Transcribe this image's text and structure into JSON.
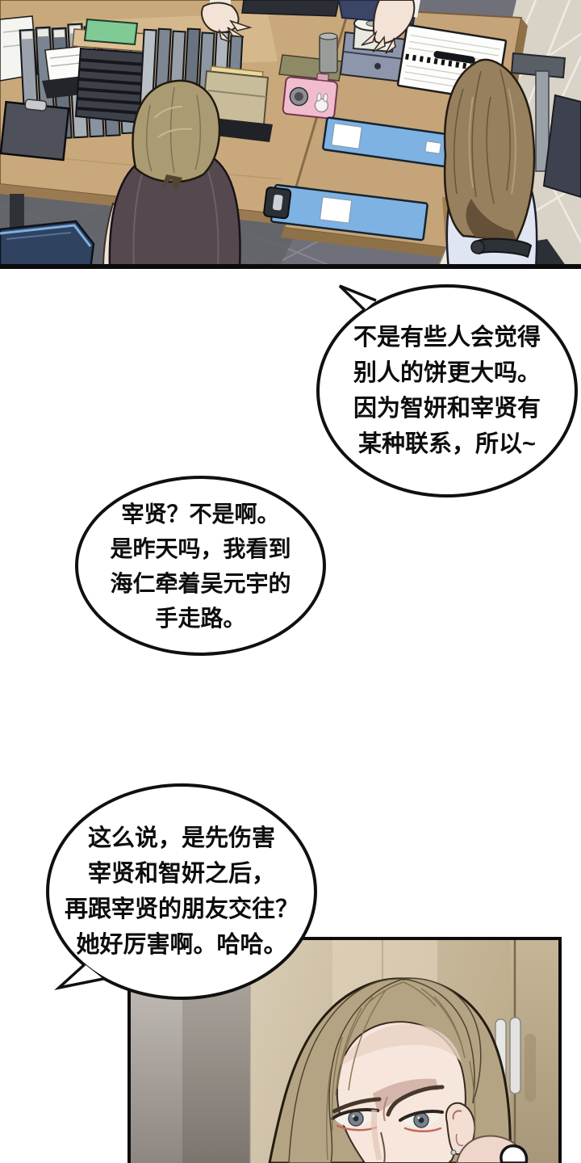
{
  "comic": {
    "bubbles": [
      {
        "lines": [
          "不是有些人会觉得",
          "别人的饼更大吗。",
          "因为智妍和宰贤有",
          "某种联系，所以~"
        ]
      },
      {
        "lines": [
          "宰贤？不是啊。",
          "是昨天吗，我看到",
          "海仁牵着吴元宇的",
          "手走路。"
        ]
      },
      {
        "lines": [
          "这么说，是先伤害",
          "宰贤和智妍之后，",
          "再跟宰贤的朋友交往？",
          "她好厉害啊。哈哈。"
        ]
      }
    ],
    "colors": {
      "ink": "#101010",
      "paper": "#ffffff",
      "desk_wood": "#c9a97c",
      "floor_gray": "#70707a",
      "floor_beige": "#d9d3c7",
      "clipboard_blue": "#7db2e2",
      "camera_pink": "#f2bccf",
      "bin_navy": "#2f4260",
      "shirt_dark_plum": "#56484f",
      "shirt_lavender": "#dfe5f2",
      "hair_blonde": "#aa9b73",
      "hair_brown": "#97805e",
      "hair_closeup": "#b5a483",
      "skin": "#f3e2d6",
      "door_beige": "#d6c9b1"
    }
  }
}
